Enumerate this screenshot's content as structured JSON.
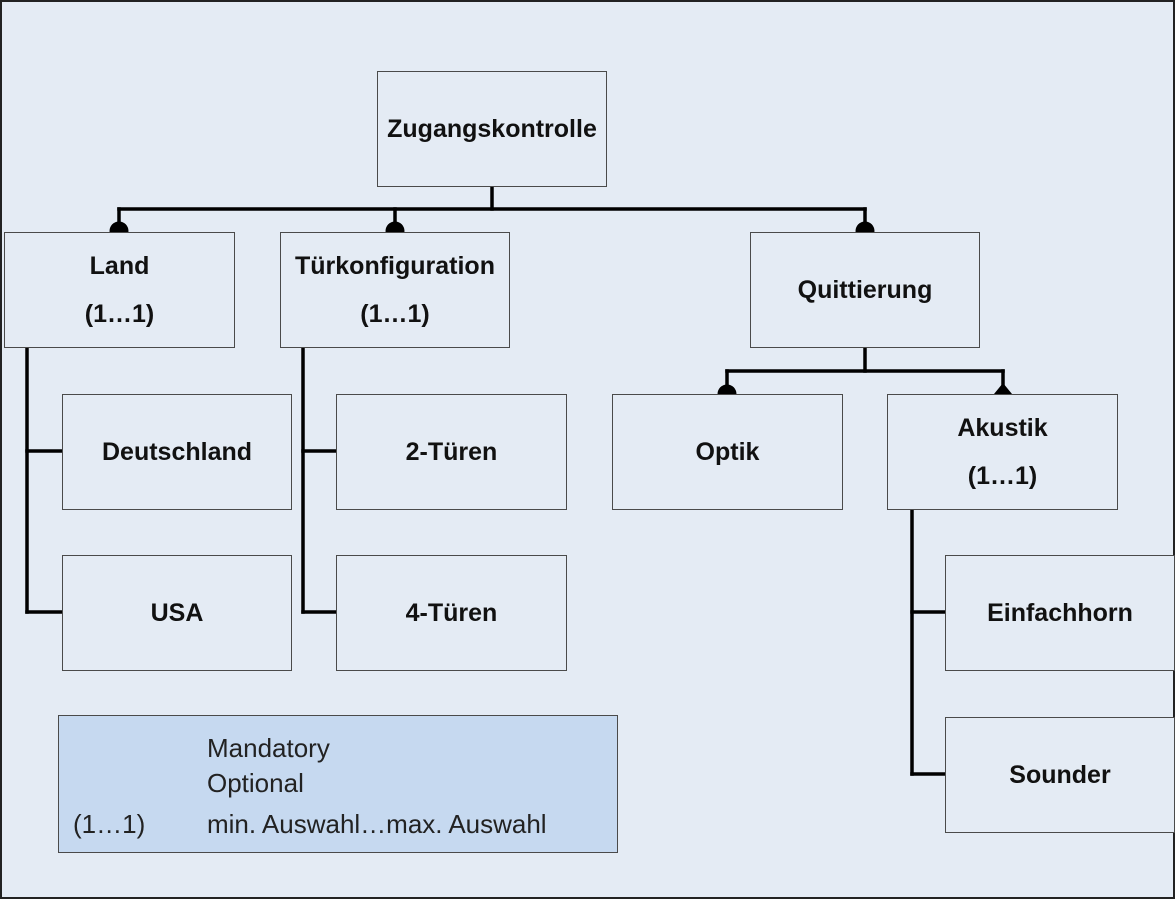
{
  "diagram": {
    "root": {
      "label": "Zugangskontrolle"
    },
    "land": {
      "label": "Land",
      "cardinality": "(1…1)"
    },
    "tuerkonfiguration": {
      "label": "Türkonfiguration",
      "cardinality": "(1…1)"
    },
    "quittierung": {
      "label": "Quittierung"
    },
    "deutschland": {
      "label": "Deutschland"
    },
    "usa": {
      "label": "USA"
    },
    "zwei_tueren": {
      "label": "2-Türen"
    },
    "vier_tueren": {
      "label": "4-Türen"
    },
    "optik": {
      "label": "Optik"
    },
    "akustik": {
      "label": "Akustik",
      "cardinality": "(1…1)"
    },
    "einfachhorn": {
      "label": "Einfachhorn"
    },
    "sounder": {
      "label": "Sounder"
    }
  },
  "legend": {
    "mandatory": {
      "label": "Mandatory"
    },
    "optional": {
      "label": "Optional"
    },
    "cardinality": {
      "symbol": "(1…1)",
      "label": "min. Auswahl…max. Auswahl"
    }
  },
  "colors": {
    "background": "#e4ebf4",
    "legend_background": "#c6d9f0",
    "lines": "#000000"
  }
}
